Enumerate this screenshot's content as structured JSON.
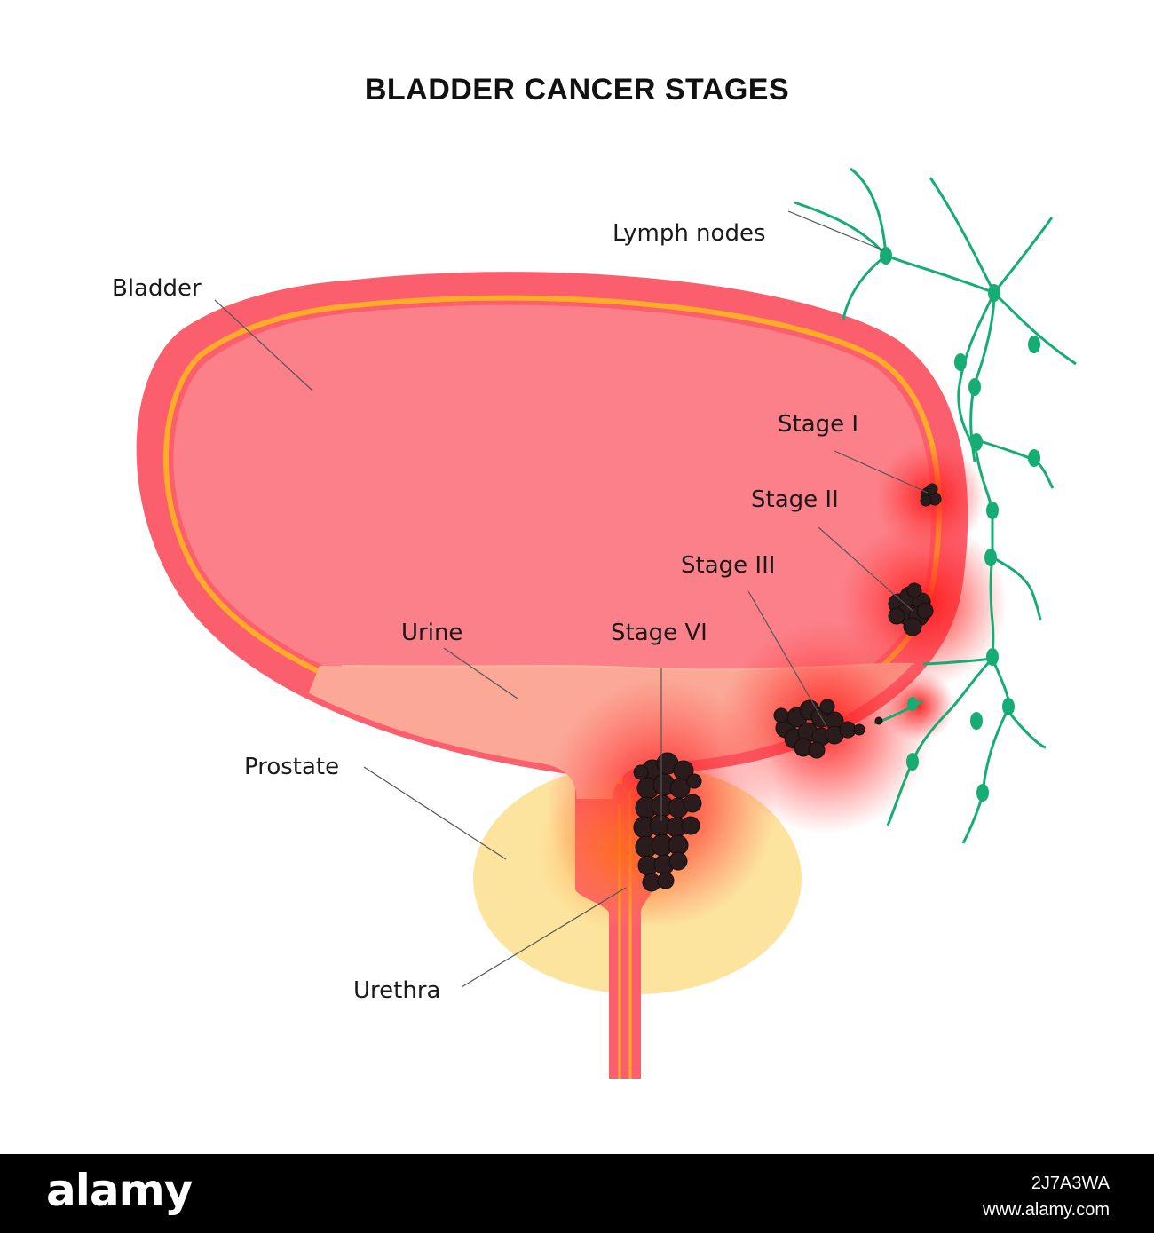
{
  "title": "BLADDER CANCER STAGES",
  "labels": {
    "lymph_nodes": "Lymph nodes",
    "bladder": "Bladder",
    "stage_1": "Stage I",
    "stage_2": "Stage II",
    "stage_3": "Stage III",
    "urine": "Urine",
    "stage_vi": "Stage VI",
    "prostate": "Prostate",
    "urethra": "Urethra"
  },
  "watermark": {
    "brand": "alamy",
    "image_id": "2J7A3WA",
    "site": "www.alamy.com"
  },
  "colors": {
    "bladder_wall": "#fb5f6d",
    "bladder_interior": "#fc8089",
    "urine": "#fba896",
    "lining": "#ffac28",
    "prostate": "#fde49e",
    "lymph": "#16ad74",
    "tumor": "#2a1c1c",
    "inflammation": "#ff2020"
  }
}
